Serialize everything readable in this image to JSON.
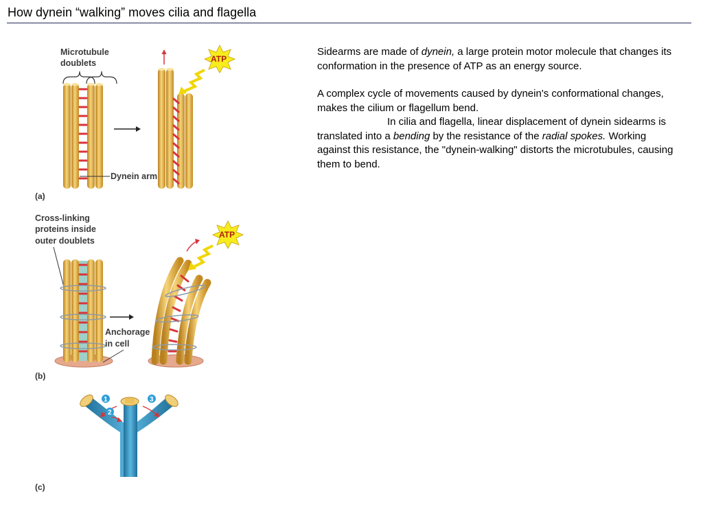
{
  "title": "How dynein “walking” moves cilia and flagella",
  "figure": {
    "panel_a": {
      "tag": "(a)",
      "label_microtubule_line1": "Microtubule",
      "label_microtubule_line2": "doublets",
      "label_dynein": "Dynein arm",
      "atp": "ATP"
    },
    "panel_b": {
      "tag": "(b)",
      "label_crosslink_line1": "Cross-linking",
      "label_crosslink_line2": "proteins inside",
      "label_crosslink_line3": "outer doublets",
      "label_anchorage_line1": "Anchorage",
      "label_anchorage_line2": "in cell",
      "atp": "ATP"
    },
    "panel_c": {
      "tag": "(c)",
      "step1": "1",
      "step2": "2",
      "step3": "3"
    },
    "colors": {
      "tubule": "#e8b848",
      "dynein": "#d8343a",
      "crosslink_fill": "#9fd0c8",
      "atp_burst": "#f7ec1c",
      "cilium": "#2e8fbf",
      "anchor": "#e6a98e"
    }
  },
  "body": {
    "p1_before": "Sidearms are made of ",
    "p1_em": "dynein,",
    "p1_after": " a large protein motor molecule that changes its conformation in the presence of ATP as an energy source.",
    "p2": "A complex cycle of movements caused by dynein's conformational changes, makes the cilium or flagellum bend.",
    "p3_a": "In cilia and flagella, linear displacement of dynein sidearms is translated into a ",
    "p3_em1": "bending",
    "p3_b": " by the resistance of the ",
    "p3_em2": "radial spokes.",
    "p3_c": "  Working against this resistance, the \"dynein-walking\" distorts the microtubules, causing them to bend."
  }
}
